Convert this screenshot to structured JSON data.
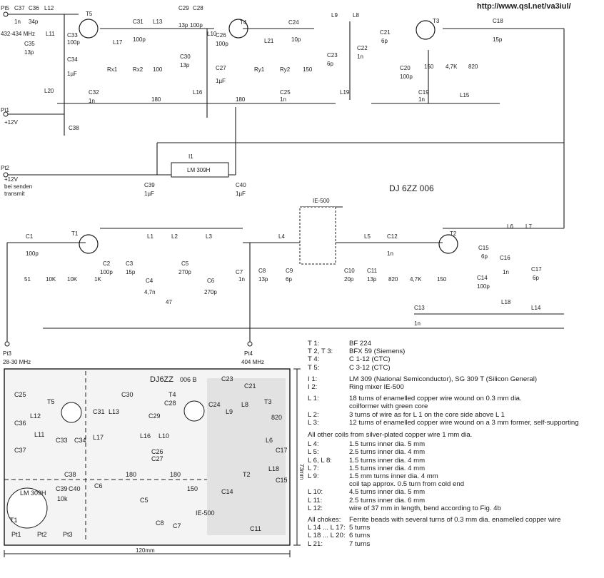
{
  "url": "http://www.qsl.net/va3iul/",
  "title": "DJ 6ZZ 006",
  "board_title": "DJ6ZZ",
  "board_subtitle": "006 B",
  "ports": {
    "p15": "Pt5",
    "p15_band": "432-434 MHz",
    "p11": "Pt1",
    "p11_sub": "+12V",
    "p12": "Pt2",
    "p12_sub1": "+12V",
    "p12_sub2": "bei senden",
    "p12_sub3": "transmit",
    "p13": "Pt3",
    "p13_sub": "28-30 MHz",
    "p14": "Pt4",
    "p14_sub": "404 MHz"
  },
  "mixer_label": "IE-500",
  "ic_label": "LM 309H",
  "dims": {
    "width": "120mm",
    "height": "73mm"
  },
  "labels_top": {
    "c37": "C37",
    "c36": "C36",
    "l12": "L12",
    "t5": "T5",
    "c31": "C31",
    "l13": "L13",
    "c29": "C29",
    "c28": "C28",
    "t4": "T4",
    "c24": "C24",
    "l9": "L9",
    "l8": "L8",
    "t3": "T3",
    "c18": "C18",
    "c37v": "1n",
    "c36v": "34p",
    "l11": "L11",
    "c33": "C33",
    "c33v": "100p",
    "c35": "C35",
    "c35v": "13p",
    "c34": "C34",
    "c34v": "1µF",
    "l17": "L17",
    "c31v": "100p",
    "c29v": "13p",
    "c28v": "100p",
    "l10": "L10",
    "c26": "C26",
    "c26v": "100p",
    "c27": "C27",
    "c27v": "1µF",
    "c30": "C30",
    "c30v": "13p",
    "rx1": "Rx1",
    "rx2": "Rx2",
    "r100": "100",
    "l21": "L21",
    "ry1": "Ry1",
    "ry2": "Ry2",
    "r150a": "150",
    "c24v": "10p",
    "c23": "C23",
    "c23v": "6p",
    "c22": "C22",
    "c22v": "1n",
    "c21": "C21",
    "c21v": "6p",
    "c20": "C20",
    "c20v": "100p",
    "r150b": "150",
    "r47k": "4,7K",
    "r820": "820",
    "c18v": "15p",
    "l20": "L20",
    "c32": "C32",
    "c32v": "1n",
    "l16": "L16",
    "c25": "C25",
    "c25v": "1n",
    "l19": "L19",
    "c19": "C19",
    "c19v": "1n",
    "l15": "L15",
    "r180a": "180",
    "r180b": "180",
    "c38": "C38",
    "i1": "I1",
    "c39": "C39",
    "c39v": "1µF",
    "c40": "C40",
    "c40v": "1µF"
  },
  "labels_bottom": {
    "c1": "C1",
    "c1v": "100p",
    "t1": "T1",
    "l1": "L1",
    "l2": "L2",
    "l3": "L3",
    "l4": "L4",
    "l5": "L5",
    "c12": "C12",
    "c12v": "1n",
    "t2": "T2",
    "l6": "L6",
    "l7": "L7",
    "r51": "51",
    "r10ka": "10K",
    "r10kb": "10K",
    "c2": "C2",
    "c2v": "100p",
    "r1k": "1K",
    "c3": "C3",
    "c3v": "15p",
    "c4": "C4",
    "c4v": "4,7n",
    "r47": "47",
    "c5": "C5",
    "c5v": "270p",
    "c6": "C6",
    "c6v": "270p",
    "c7": "C7",
    "c7v": "1n",
    "c8": "C8",
    "c8v": "13p",
    "c9": "C9",
    "c9v": "6p",
    "c10": "C10",
    "c10v": "20p",
    "c11": "C11",
    "c11v": "13p",
    "r820": "820",
    "r47k": "4,7K",
    "r150": "150",
    "c14": "C14",
    "c14v": "100p",
    "c15": "C15",
    "c15v": "6p",
    "c16": "C16",
    "c16v": "1n",
    "c17": "C17",
    "c17v": "6p",
    "c13": "C13",
    "c13v": "1n",
    "l18": "L18",
    "l14": "L14"
  },
  "board_labels": {
    "c25": "C25",
    "c30": "C30",
    "t5": "T5",
    "t4": "T4",
    "c23": "C23",
    "c21": "C21",
    "t3": "T3",
    "c36": "C36",
    "l12": "L12",
    "c31": "C31",
    "l13": "L13",
    "c29": "C29",
    "c28": "C28",
    "c24": "C24",
    "l9": "L9",
    "l8": "L8",
    "c37": "C37",
    "l11": "L11",
    "c33": "C33",
    "c34": "C34",
    "l17": "L17",
    "l16": "L16",
    "l10": "L10",
    "c26": "C26",
    "c27": "C27",
    "c38": "C38",
    "r180a": "180",
    "r180b": "180",
    "lm309": "LM 309H",
    "t1": "T1",
    "pt1": "Pt1",
    "pt2": "Pt2",
    "pt3": "Pt3",
    "c40": "C40",
    "c39": "C39",
    "c6": "C6",
    "c7": "C7",
    "c5": "C5",
    "c8": "C8",
    "c11": "C11",
    "c14": "C14",
    "c15": "C15",
    "c17": "C17",
    "l6": "L6",
    "l18": "L18",
    "t2": "T2",
    "ie500": "IE-500",
    "r10k": "10k",
    "r150": "150",
    "r820": "820"
  },
  "specs": {
    "rows1": [
      {
        "k": "T 1:",
        "v": "BF 224"
      },
      {
        "k": "T 2, T 3:",
        "v": "BFX 59 (Siemens)"
      },
      {
        "k": "T 4:",
        "v": "C 1-12 (CTC)"
      },
      {
        "k": "T 5:",
        "v": "C 3-12 (CTC)"
      }
    ],
    "rows2": [
      {
        "k": "I 1:",
        "v": "LM 309 (National Semiconductor), SG 309 T (Silicon General)"
      },
      {
        "k": "I 2:",
        "v": "Ring mixer IE-500"
      }
    ],
    "rows3": [
      {
        "k": "L 1:",
        "v": "18 turns of enamelled copper wire wound on 0.3 mm dia."
      },
      {
        "k": "",
        "v": "coilformer with green core"
      },
      {
        "k": "L 2:",
        "v": "3 turns of wire as for L 1 on the core side above L 1"
      },
      {
        "k": "L 3:",
        "v": "12 turns of enamelled copper wire wound on a 3 mm former, self-supporting"
      }
    ],
    "note1": "All other coils from silver-plated copper wire 1 mm dia.",
    "rows4": [
      {
        "k": "L 4:",
        "v": "1.5 turns inner dia. 5 mm"
      },
      {
        "k": "L 5:",
        "v": "2.5 turns inner dia. 4 mm"
      },
      {
        "k": "L 6, L 8:",
        "v": "1.5 turns inner dia. 4 mm"
      },
      {
        "k": "L 7:",
        "v": "1.5 turns inner dia. 4 mm"
      },
      {
        "k": "L 9:",
        "v": "1.5 mm turns inner dia. 4 mm"
      },
      {
        "k": "",
        "v": "coil tap approx. 0.5 turn from cold end"
      },
      {
        "k": "L 10:",
        "v": "4.5 turns inner dia. 5 mm"
      },
      {
        "k": "L 11:",
        "v": "2.5 turns inner dia. 6 mm"
      },
      {
        "k": "L 12:",
        "v": "wire of 37 mm in length, bend according to Fig. 4b"
      }
    ],
    "chokes_k": "All chokes:",
    "chokes_v": "Ferrite beads with several turns of 0.3 mm dia. enamelled copper wire",
    "rows5": [
      {
        "k": "L 14 ... L 17:",
        "v": "5 turns"
      },
      {
        "k": "L 18 ... L 20:",
        "v": "6 turns"
      },
      {
        "k": "L 21:",
        "v": "7 turns"
      }
    ]
  }
}
